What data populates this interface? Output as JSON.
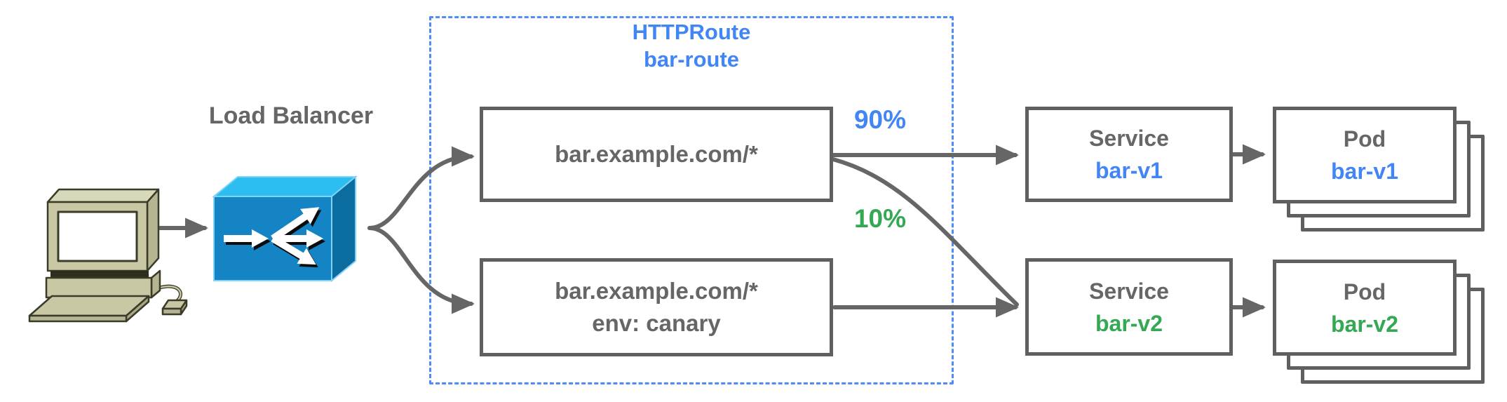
{
  "labels": {
    "load_balancer": "Load Balancer",
    "httproute_kind": "HTTPRoute",
    "httproute_name": "bar-route"
  },
  "routes": [
    {
      "host": "bar.example.com/*"
    },
    {
      "host": "bar.example.com/*",
      "match": "env: canary"
    }
  ],
  "weights": {
    "primary": "90%",
    "canary": "10%"
  },
  "services": [
    {
      "kind": "Service",
      "name": "bar-v1"
    },
    {
      "kind": "Service",
      "name": "bar-v2"
    }
  ],
  "pods": [
    {
      "kind": "Pod",
      "name": "bar-v1"
    },
    {
      "kind": "Pod",
      "name": "bar-v2"
    }
  ],
  "icons": {
    "client": "desktop-computer-icon",
    "load_balancer": "load-balancer-box-icon"
  },
  "colors": {
    "blue": "#4285F4",
    "green": "#34A853",
    "gray_text": "#666666",
    "box_border": "#5F5F5F",
    "arrow": "#666666",
    "dashed_border": "#4E8CF7",
    "lb_front": "#1584C5",
    "lb_top": "#2CBDF1",
    "lb_side": "#0A6C9F",
    "computer_body": "#C8C8A5"
  }
}
